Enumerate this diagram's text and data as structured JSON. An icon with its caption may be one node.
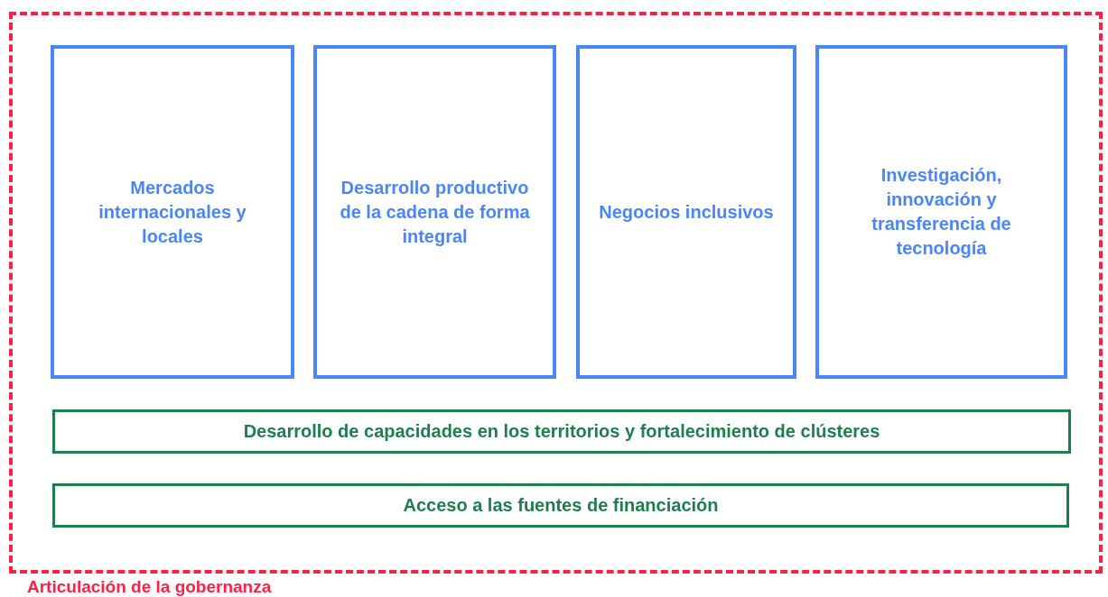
{
  "diagram": {
    "nodes": [
      {
        "text": [
          "Articulación de la gobernanza"
        ]
      },
      {
        "text": [
          "Mercados internacionales y locales"
        ],
        "in": 0
      },
      {
        "text": [
          "Desarrollo productivo de la cadena de forma integral"
        ],
        "in": 0
      },
      {
        "text": [
          "Negocios inclusivos"
        ],
        "in": 0
      },
      {
        "text": [
          "Investigación, innovación y transferencia de tecnología"
        ],
        "in": 0
      },
      {
        "text": [
          "Desarrollo de capacidades en los territorios y fortalecimiento de clústeres"
        ],
        "in": 0
      },
      {
        "text": [
          "Acceso a las fuentes de financiación"
        ],
        "in": 0
      }
    ],
    "edges": []
  }
}
